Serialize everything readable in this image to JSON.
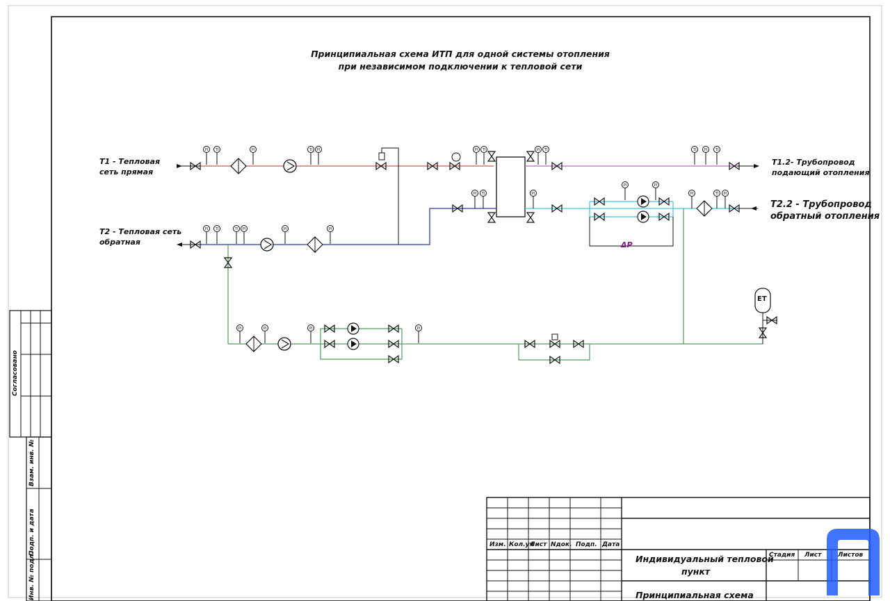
{
  "title": {
    "line1": "Принципиальная схема ИТП для одной системы отопления",
    "line2": "при независимом подключении к тепловой сети"
  },
  "labels": {
    "t1_line1": "Т1 - Тепловая",
    "t1_line2": "сеть прямая",
    "t2_line1": "Т2 - Тепловая сеть",
    "t2_line2": "обратная",
    "t12_line1": "Т1.2- Трубопровод",
    "t12_line2": "подающий отопления",
    "t22_line1": "Т2.2 - Трубопровод",
    "t22_line2": "обратный отопления",
    "dp": "ΔР",
    "et": "ЕТ"
  },
  "side_stamps": {
    "agreed": "Согласовано",
    "inv_repl": "Взам. инв. №",
    "sign_date": "Подп. и дата",
    "inv_orig": "Инв. № подл."
  },
  "title_block": {
    "headers": [
      "Изм.",
      "Кол.уч",
      "Лист",
      "Nдок.",
      "Подп.",
      "Дата"
    ],
    "name_line1": "Индивидуальный тепловой",
    "name_line2": "пункт",
    "sheet_title": "Принципиальная схема",
    "stage": "Стадия",
    "sheet": "Лист",
    "sheets": "Листов"
  },
  "colors": {
    "supply": "#d9534f",
    "return": "#2b3aa8",
    "heating_supply": "#c466c4",
    "heating_return": "#3fc8e0",
    "makeup": "#4f9f5a",
    "frame": "#111111",
    "dp_label": "#8b1d8b",
    "logo": "#1f5cff"
  }
}
